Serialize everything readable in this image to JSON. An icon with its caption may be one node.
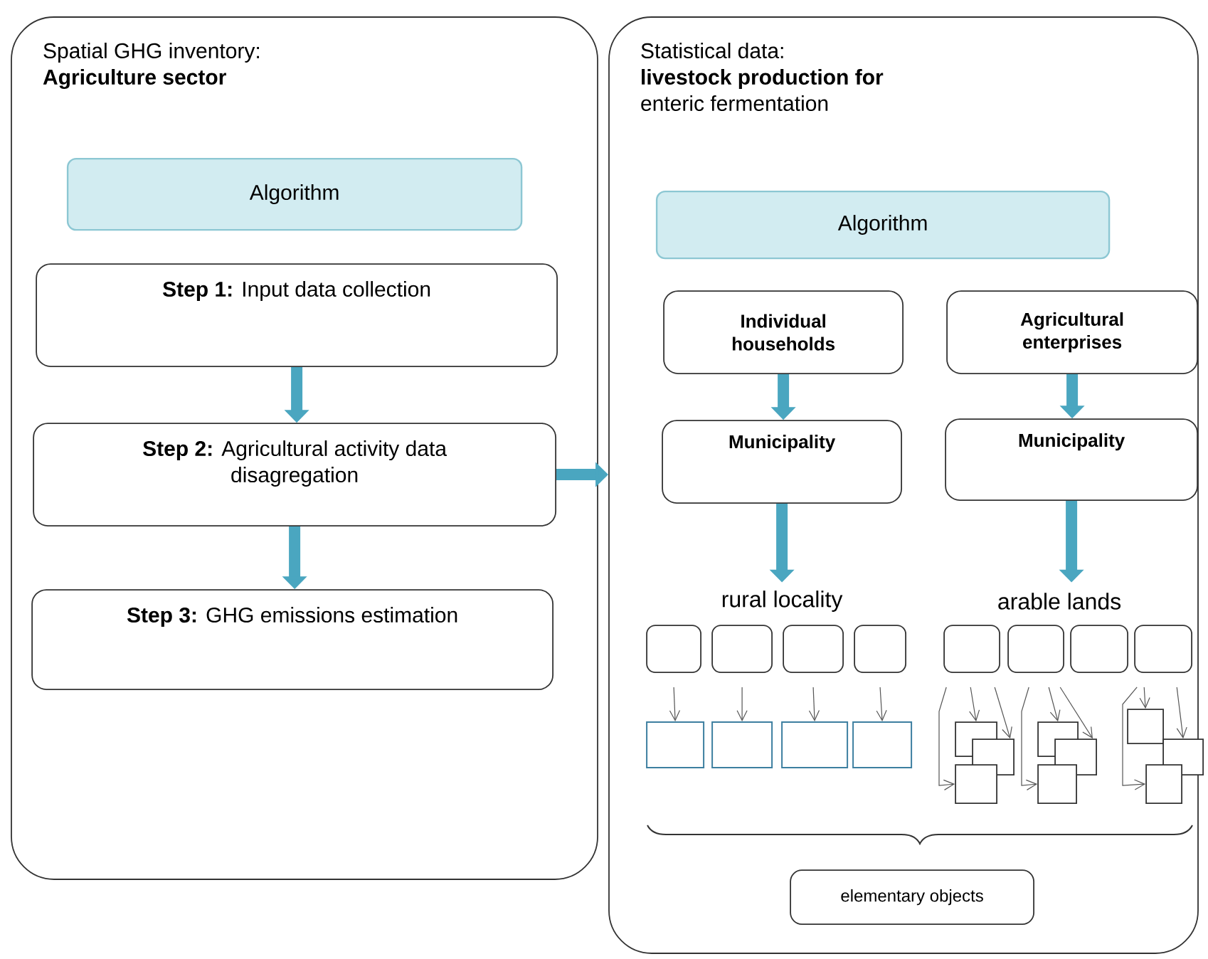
{
  "diagram": {
    "nodes": [
      {
        "text": [
          "Spatial GHG inventory:",
          "Agriculture sector"
        ]
      },
      {
        "text": [
          "Algorithm"
        ],
        "in": 0
      },
      {
        "text": [
          "**Step 1:** Input data collection"
        ],
        "in": 0
      },
      {
        "text": [
          "**Step 2:** Agricultural activity data disagregation"
        ],
        "in": 0
      },
      {
        "text": [
          "**Step 3:** GHG emissions estimation"
        ],
        "in": 0
      },
      {
        "text": [
          "Statistical data:",
          "**livestock production for** enteric fermentation"
        ]
      },
      {
        "text": [
          "Algorithm"
        ],
        "in": 5
      },
      {
        "text": [
          "Individual households"
        ],
        "in": 5
      },
      {
        "text": [
          "Agricultural enterprises"
        ],
        "in": 5
      },
      {
        "text": [
          "Municipality"
        ],
        "in": 5
      },
      {
        "text": [
          "Municipality"
        ],
        "in": 5
      },
      {
        "text": [
          "rural locality"
        ],
        "in": 5
      },
      {
        "text": [
          "arable lands"
        ],
        "in": 5
      },
      {
        "text": [],
        "shape": "box",
        "in": 5
      },
      {
        "text": [],
        "shape": "box",
        "in": 5
      },
      {
        "text": [],
        "shape": "box",
        "in": 5
      },
      {
        "text": [],
        "shape": "box",
        "in": 5
      },
      {
        "text": [],
        "shape": "box",
        "in": 5
      },
      {
        "text": [],
        "shape": "box",
        "in": 5
      },
      {
        "text": [],
        "shape": "box",
        "in": 5
      },
      {
        "text": [],
        "shape": "box",
        "in": 5
      },
      {
        "text": [],
        "shape": "box",
        "in": 5
      },
      {
        "text": [],
        "shape": "box",
        "in": 5
      },
      {
        "text": [],
        "shape": "box",
        "in": 5
      },
      {
        "text": [],
        "shape": "box",
        "in": 5
      },
      {
        "text": [],
        "shape": "box",
        "in": 5
      },
      {
        "text": [],
        "shape": "box",
        "in": 5
      },
      {
        "text": [],
        "shape": "box",
        "in": 5
      },
      {
        "text": [],
        "shape": "box",
        "in": 5
      },
      {
        "text": [],
        "shape": "box",
        "in": 5
      },
      {
        "text": [],
        "shape": "box",
        "in": 5
      },
      {
        "text": [],
        "shape": "box",
        "in": 5
      },
      {
        "text": [],
        "shape": "box",
        "in": 5
      },
      {
        "text": [],
        "shape": "box",
        "in": 5
      },
      {
        "text": [
          "elementary objects"
        ],
        "in": 5
      }
    ],
    "edges": [
      {
        "from": 2,
        "to": 3,
        "arrow": "to",
        "style": "thick",
        "color": "#4aa6c0"
      },
      {
        "from": 3,
        "to": 4,
        "arrow": "to",
        "style": "thick",
        "color": "#4aa6c0"
      },
      {
        "from": 3,
        "to": 5,
        "arrow": "to",
        "style": "thick",
        "color": "#4aa6c0"
      },
      {
        "from": 7,
        "to": 9,
        "arrow": "to",
        "style": "thick",
        "color": "#4aa6c0"
      },
      {
        "from": 8,
        "to": 10,
        "arrow": "to",
        "style": "thick",
        "color": "#4aa6c0"
      },
      {
        "from": 9,
        "to": 11,
        "arrow": "to",
        "style": "thick",
        "color": "#4aa6c0"
      },
      {
        "from": 10,
        "to": 12,
        "arrow": "to",
        "style": "thick",
        "color": "#4aa6c0"
      },
      {
        "from": 13,
        "to": 21,
        "arrow": "to"
      },
      {
        "from": 14,
        "to": 22,
        "arrow": "to"
      },
      {
        "from": 15,
        "to": 23,
        "arrow": "to"
      },
      {
        "from": 16,
        "to": 24,
        "arrow": "to"
      },
      {
        "from": 17,
        "to": 25,
        "arrow": "to"
      },
      {
        "from": 17,
        "to": 26,
        "arrow": "to"
      },
      {
        "from": 17,
        "to": 27,
        "arrow": "to"
      },
      {
        "from": 18,
        "to": 28,
        "arrow": "to"
      },
      {
        "from": 18,
        "to": 29,
        "arrow": "to"
      },
      {
        "from": 18,
        "to": 30,
        "arrow": "to"
      },
      {
        "from": 20,
        "to": 31,
        "arrow": "to"
      },
      {
        "from": 20,
        "to": 32,
        "arrow": "to"
      },
      {
        "from": 20,
        "to": 33,
        "arrow": "to"
      }
    ]
  }
}
